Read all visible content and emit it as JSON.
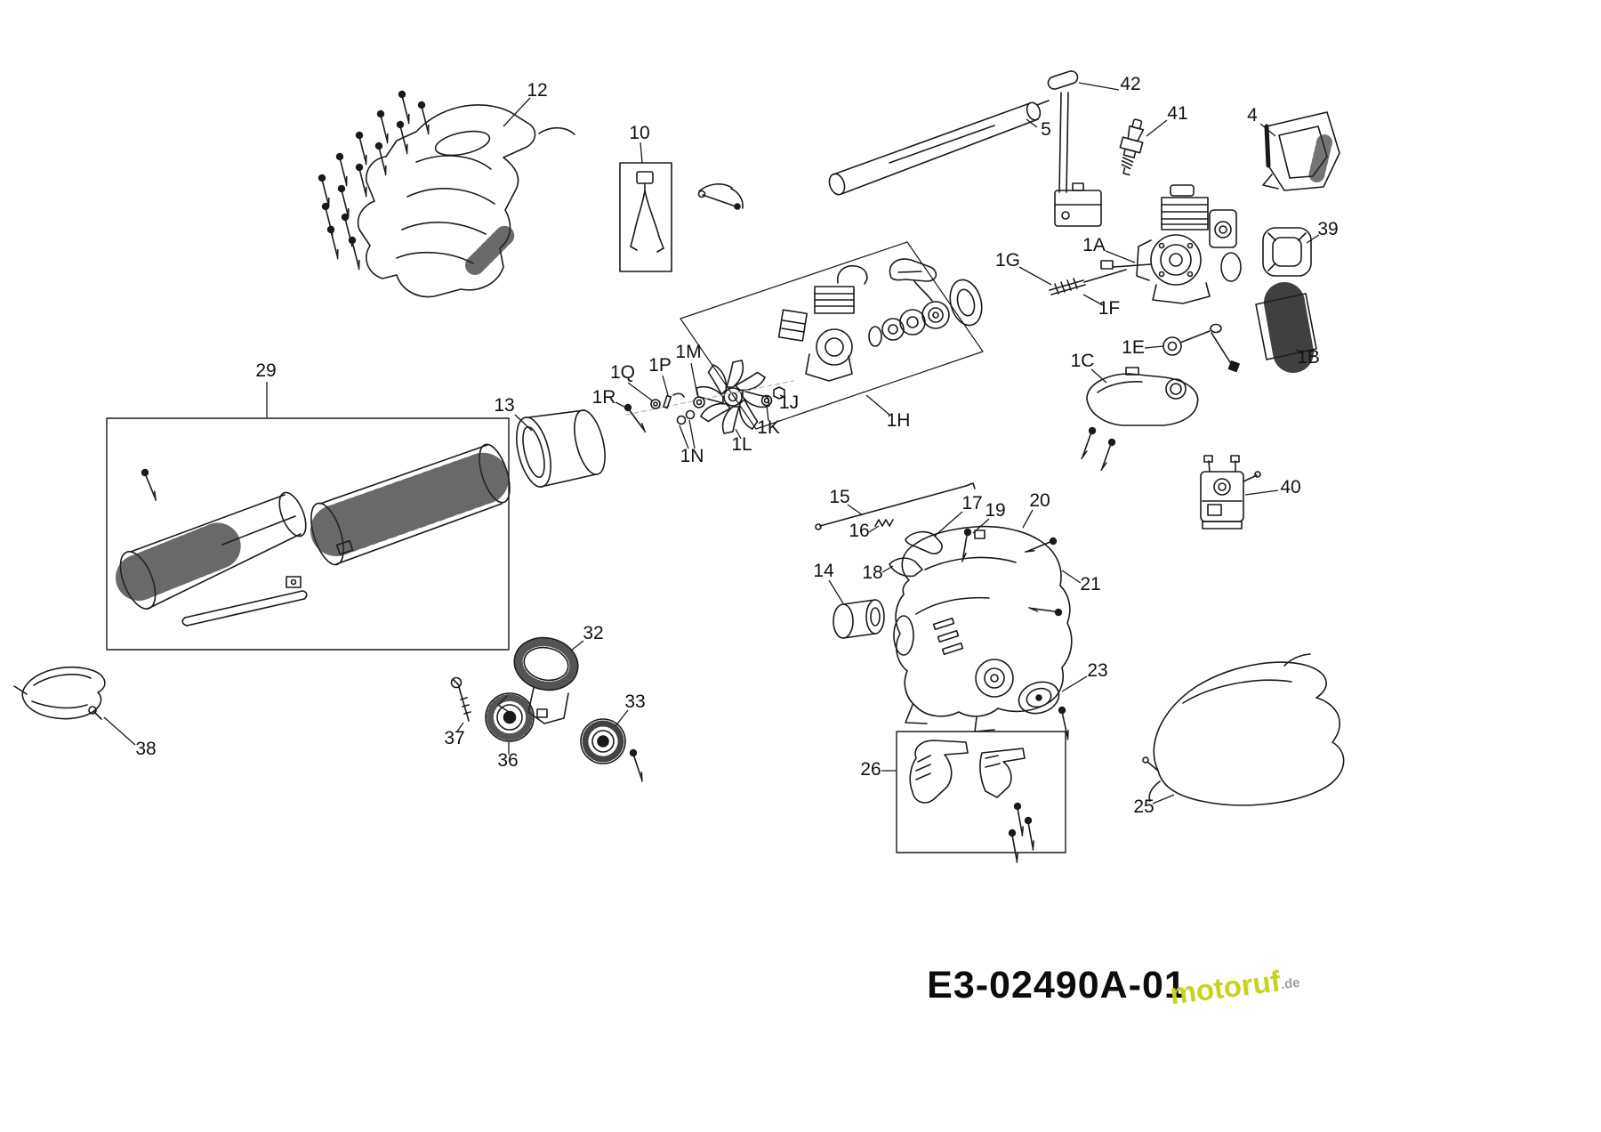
{
  "diagram": {
    "code": "E3-02490A-01",
    "background": "#ffffff",
    "line_color": "#1a1a1a"
  },
  "watermark": {
    "text": "motoruf",
    "suffix": ".de",
    "color": "#c9d31c",
    "suffix_color": "#9aa0a6"
  },
  "callouts": {
    "12": "12",
    "10": "10",
    "5": "5",
    "42": "42",
    "41": "41",
    "4": "4",
    "39": "39",
    "1A": "1A",
    "1G": "1G",
    "1F": "1F",
    "1B": "1B",
    "1E": "1E",
    "1C": "1C",
    "29": "29",
    "13": "13",
    "1Q": "1Q",
    "1P": "1P",
    "1M": "1M",
    "1R": "1R",
    "1N": "1N",
    "1L": "1L",
    "1K": "1K",
    "1J": "1J",
    "1H": "1H",
    "40": "40",
    "15": "15",
    "16": "16",
    "17": "17",
    "19": "19",
    "20": "20",
    "18": "18",
    "14": "14",
    "21": "21",
    "23": "23",
    "26": "26",
    "25": "25",
    "32": "32",
    "37": "37",
    "36": "36",
    "33": "33",
    "38": "38"
  }
}
